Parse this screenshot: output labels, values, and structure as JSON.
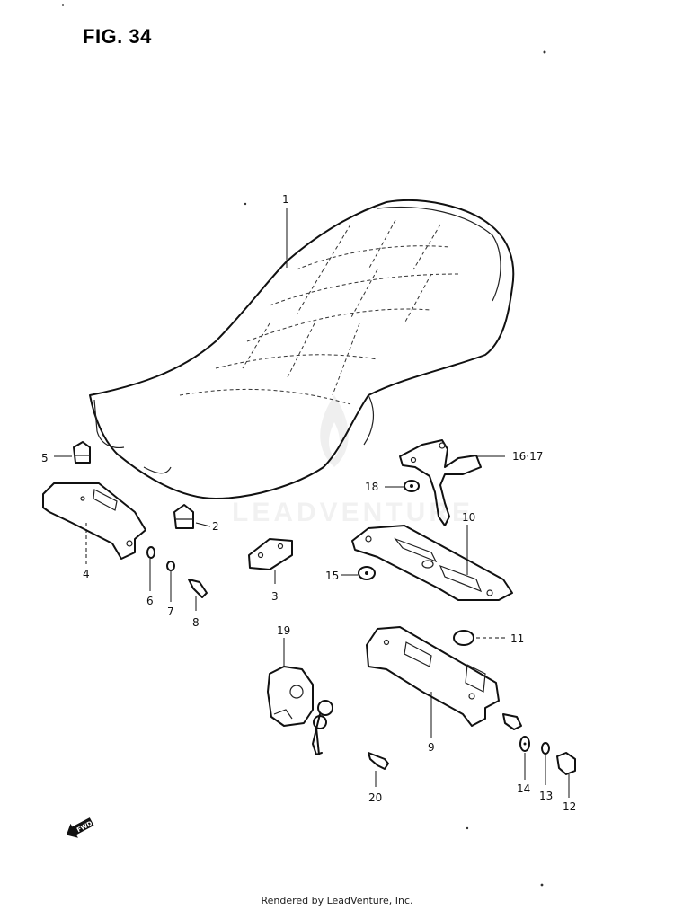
{
  "figure_title": "FIG. 34",
  "footer_text": "Rendered by LeadVenture, Inc.",
  "watermark_text": "LEADVENTURE",
  "callouts": [
    "1",
    "2",
    "3",
    "4",
    "5",
    "6",
    "7",
    "8",
    "9",
    "10",
    "11",
    "12",
    "13",
    "14",
    "15",
    "16·17",
    "18",
    "19",
    "20"
  ],
  "fwd_label": "FWD"
}
